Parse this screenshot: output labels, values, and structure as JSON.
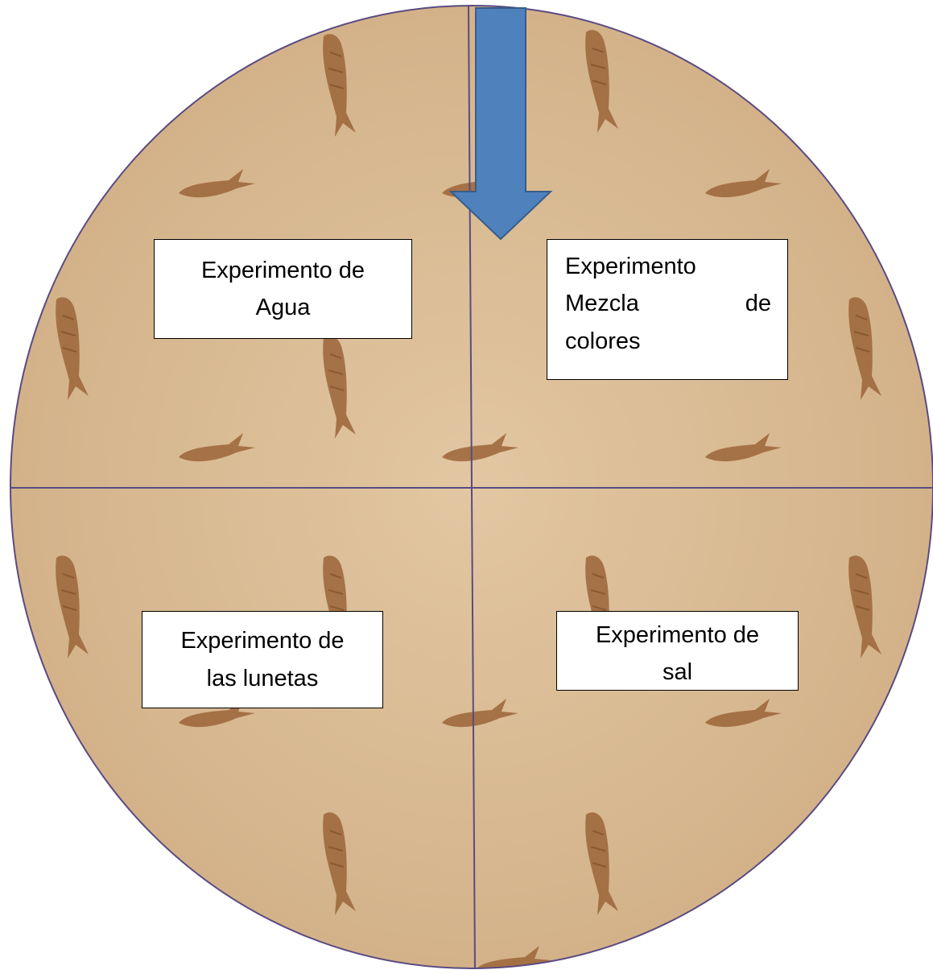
{
  "wheel": {
    "colors": {
      "sand_light": "#e2c7a2",
      "sand_dark": "#d0ae84",
      "outline": "#5a4b82",
      "fish": "#9b6438",
      "arrow_fill": "#4f81bd",
      "arrow_stroke": "#385d8a"
    },
    "sections": [
      {
        "id": "top-left",
        "lines": [
          "Experimento de",
          "Agua"
        ]
      },
      {
        "id": "top-right",
        "lines": [
          "Experimento",
          "Mezcla",
          "de",
          "colores"
        ]
      },
      {
        "id": "bottom-left",
        "lines": [
          "Experimento de",
          "las lunetas"
        ]
      },
      {
        "id": "bottom-right",
        "lines": [
          "Experimento de",
          "sal"
        ]
      }
    ],
    "pointer": {
      "icon": "down-arrow-icon",
      "color": "#4f81bd"
    }
  }
}
